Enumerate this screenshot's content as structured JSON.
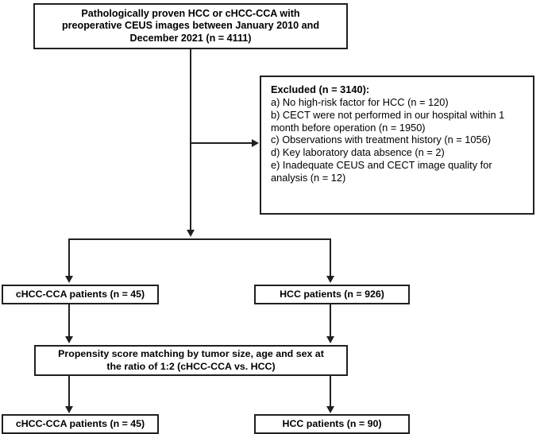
{
  "figure": {
    "type": "study-flow-diagram",
    "colors": {
      "stroke": "#231f20",
      "background": "#ffffff",
      "text": "#000000"
    }
  },
  "boxes": {
    "enrollment": {
      "lines": [
        "Pathologically proven HCC or cHCC-CCA with",
        "preoperative CEUS images between January 2010 and",
        "December 2021 (n = 4111)"
      ],
      "n": 4111
    },
    "excluded": {
      "heading": "Excluded (n = 3140):",
      "n": 3140,
      "reasons": [
        {
          "label": "a)",
          "text": "a) No high-risk factor for HCC (n = 120)",
          "n": 120
        },
        {
          "label": "b)",
          "text": "b) CECT were not performed in our hospital within 1 month before operation (n = 1950)",
          "n": 1950
        },
        {
          "label": "c)",
          "text": "c) Observations with treatment history (n = 1056)",
          "n": 1056
        },
        {
          "label": "d)",
          "text": "d) Key laboratory data absence (n = 2)",
          "n": 2
        },
        {
          "label": "e)",
          "text": "e) Inadequate CEUS and CECT  image quality for analysis (n = 12)",
          "n": 12
        }
      ]
    },
    "chcc_cca_pre": {
      "label": "cHCC-CCA patients (n = 45)",
      "n": 45
    },
    "hcc_pre": {
      "label": "HCC patients (n = 926)",
      "n": 926
    },
    "propensity_matching": {
      "lines": [
        "Propensity score matching by tumor size, age and sex at",
        "the ratio of 1:2 (cHCC-CCA vs. HCC)"
      ],
      "ratio": "1:2"
    },
    "chcc_cca_post": {
      "label": "cHCC-CCA patients (n = 45)",
      "n": 45
    },
    "hcc_post": {
      "label": "HCC patients (n = 90)",
      "n": 90
    }
  }
}
